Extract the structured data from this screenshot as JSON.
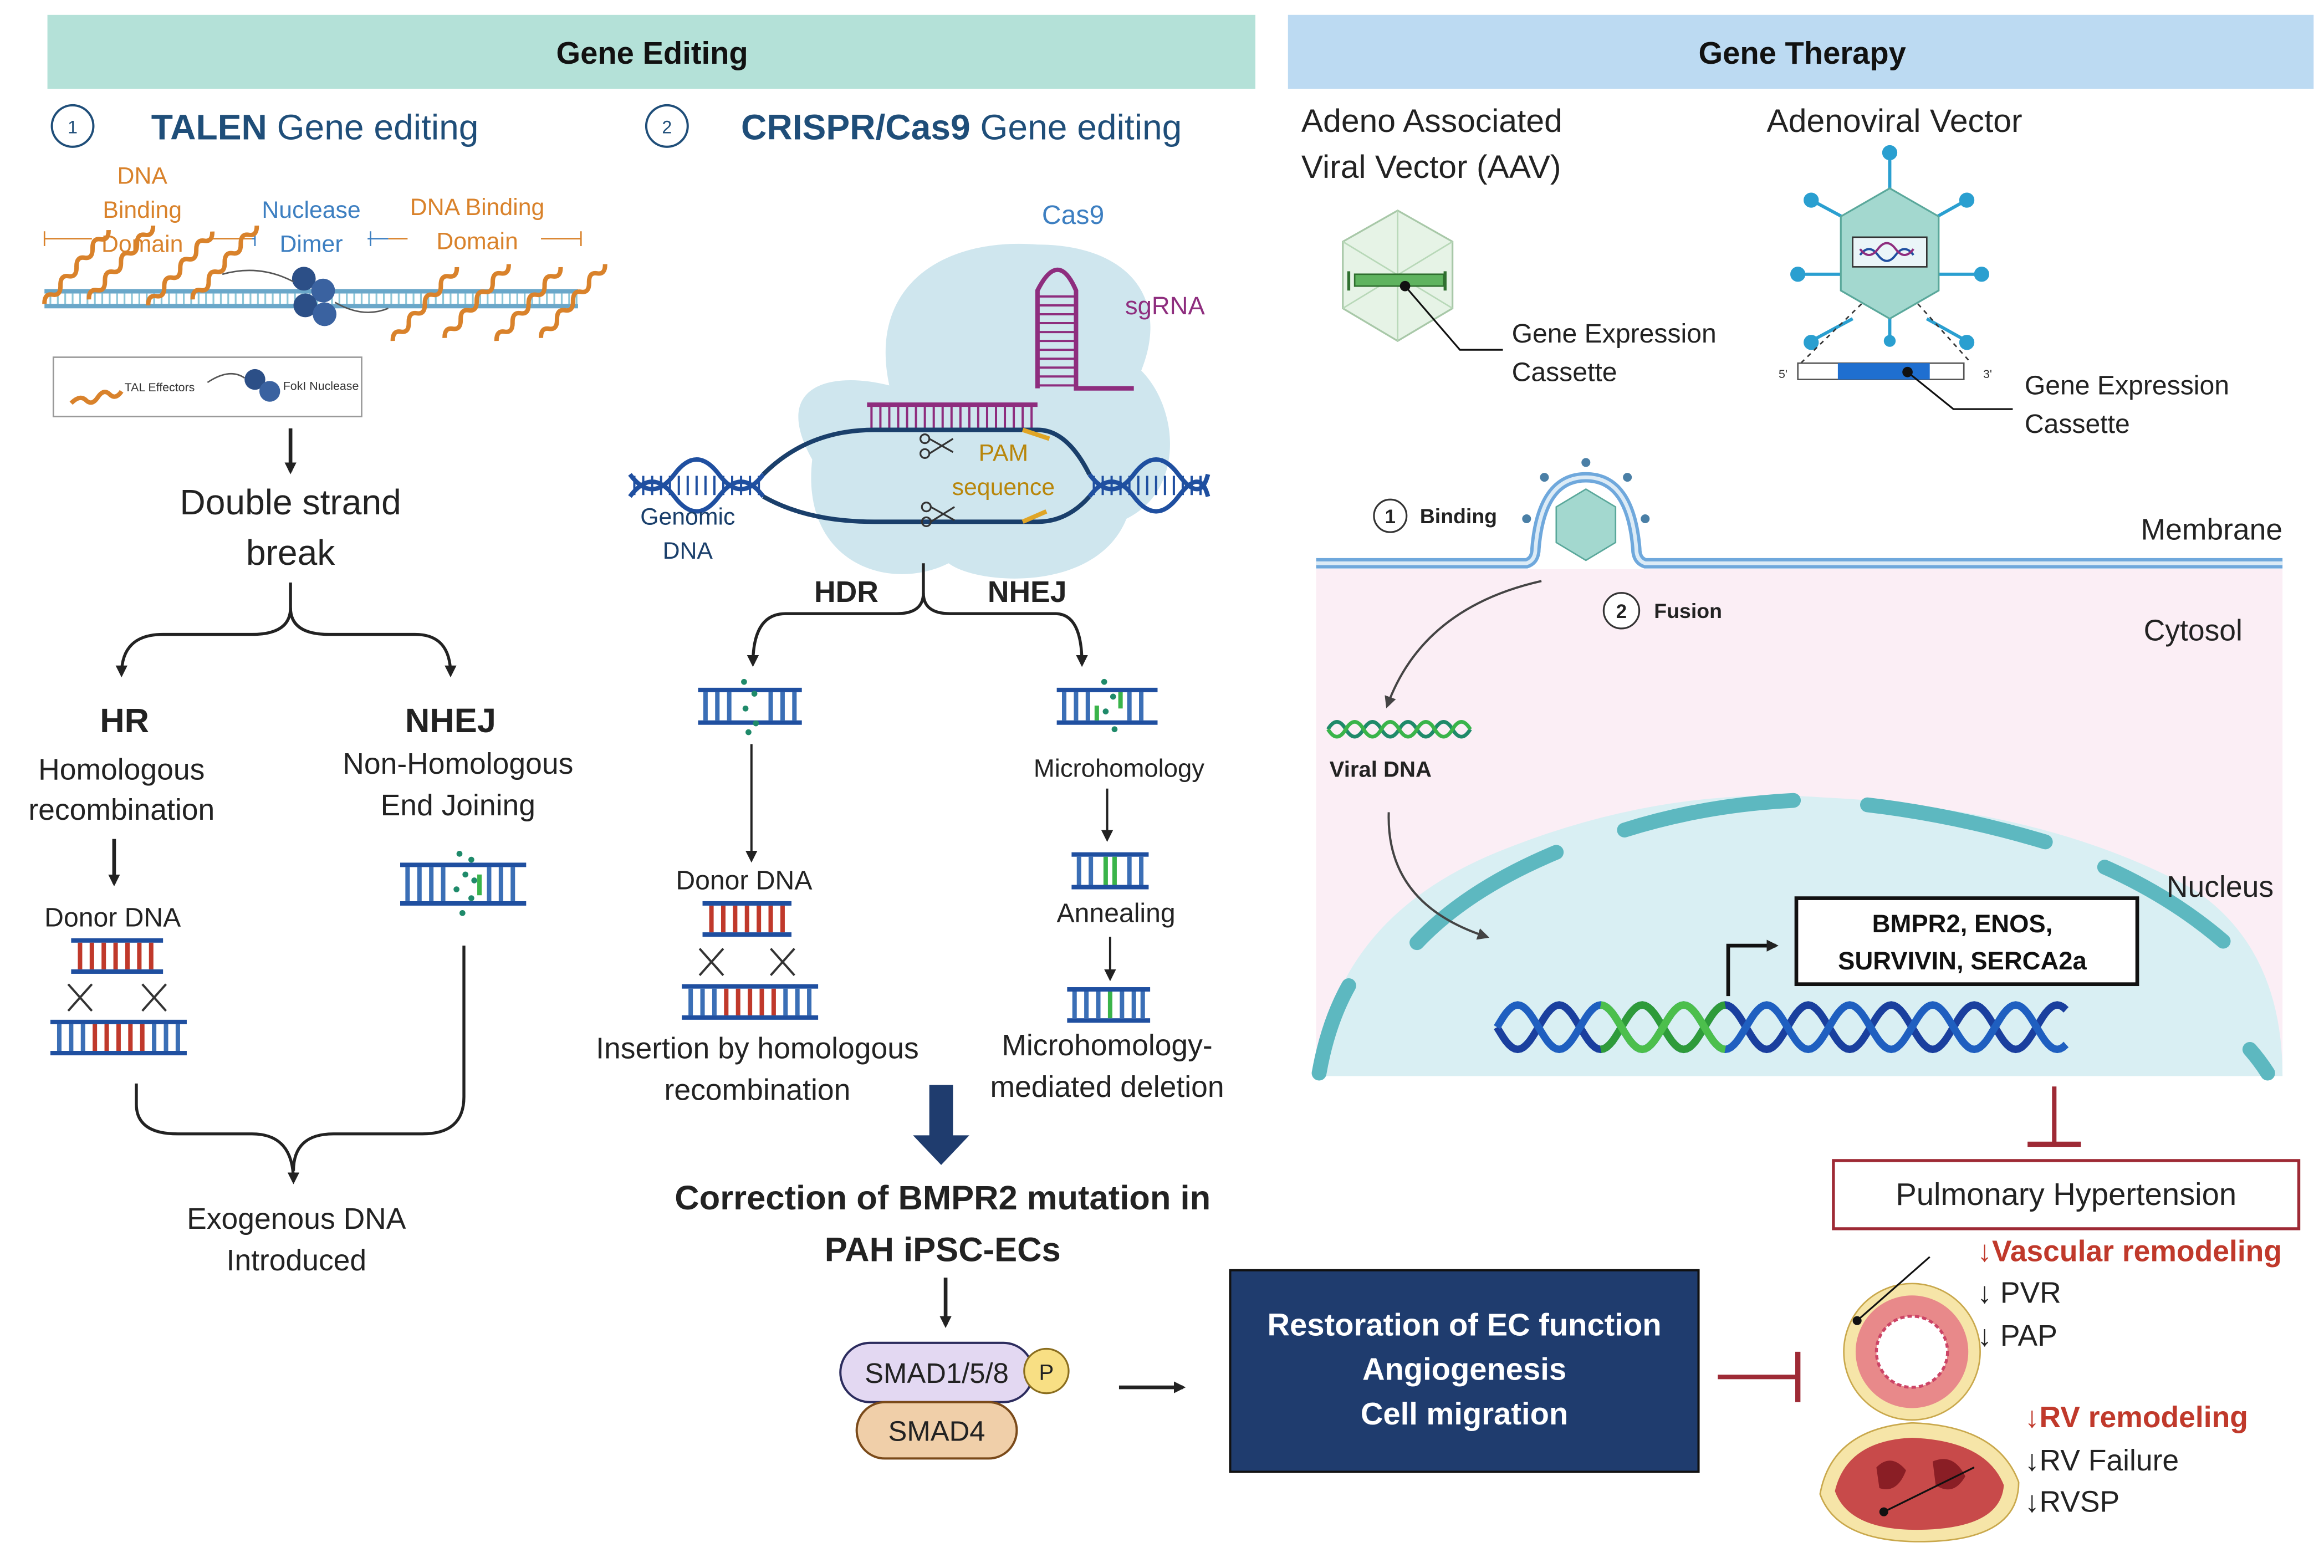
{
  "headers": {
    "gene_editing": "Gene Editing",
    "gene_therapy": "Gene Therapy"
  },
  "talen": {
    "num": "1",
    "title_bold": "TALEN",
    "title_rest": " Gene editing",
    "dna_binding_left": [
      "DNA",
      "Binding",
      "Domain"
    ],
    "nuclease_dimer": [
      "Nuclease",
      "Dimer"
    ],
    "dna_binding_right": [
      "DNA Binding",
      "Domain"
    ],
    "legend_tal": "TAL Effectors",
    "legend_fokl": "FokI Nuclease",
    "dsb": [
      "Double strand",
      "break"
    ],
    "hr": "HR",
    "hr_desc": [
      "Homologous",
      "recombination"
    ],
    "nhej": "NHEJ",
    "nhej_desc": [
      "Non-Homologous",
      "End Joining"
    ],
    "donor_dna": "Donor DNA",
    "exogenous": [
      "Exogenous DNA",
      "Introduced"
    ]
  },
  "crispr": {
    "num": "2",
    "title_bold": "CRISPR/Cas9",
    "title_rest": " Gene editing",
    "cas9": "Cas9",
    "sgrna": "sgRNA",
    "pam": [
      "PAM",
      "sequence"
    ],
    "genomic_dna": [
      "Genomic",
      "DNA"
    ],
    "hdr": "HDR",
    "nhej": "NHEJ",
    "microhomology": "Microhomology",
    "donor_dna": "Donor DNA",
    "annealing": "Annealing",
    "insertion": [
      "Insertion by homologous",
      "recombination"
    ],
    "mmd": [
      "Microhomology-",
      "mediated deletion"
    ],
    "correction": [
      "Correction of BMPR2 mutation in",
      "PAH iPSC-ECs"
    ],
    "smad158": "SMAD1/5/8",
    "p": "P",
    "smad4": "SMAD4"
  },
  "restoration": [
    "Restoration of EC function",
    "Angiogenesis",
    "Cell migration"
  ],
  "therapy": {
    "aav": [
      "Adeno Associated",
      "Viral Vector (AAV)"
    ],
    "adeno": "Adenoviral Vector",
    "gec_aav": [
      "Gene Expression",
      "Cassette"
    ],
    "gec_adeno": [
      "Gene Expression",
      "Cassette"
    ],
    "five_prime": "5'",
    "three_prime": "3'",
    "binding_num": "1",
    "binding": "Binding",
    "fusion_num": "2",
    "fusion": "Fusion",
    "membrane": "Membrane",
    "cytosol": "Cytosol",
    "viral_dna": "Viral DNA",
    "nucleus": "Nucleus",
    "genes": [
      "BMPR2, ENOS,",
      "SURVIVIN, SERCA2a"
    ]
  },
  "outcomes": {
    "ph": "Pulmonary Hypertension",
    "vascular": "↓Vascular remodeling",
    "pvr": "↓ PVR",
    "pap": "↓ PAP",
    "rv_remodeling": "↓RV remodeling",
    "rv_failure": "↓RV Failure",
    "rvsp": "↓RVSP"
  },
  "colors": {
    "gene_editing_header": "#b4e1d8",
    "gene_therapy_header": "#bcdaf2",
    "title_blue": "#1f4e79",
    "orange": "#d9822b",
    "nuclease_blue": "#3d7fc1",
    "purple": "#8e2d7e",
    "pam_gold": "#b8860b",
    "navy": "#1a3f6b",
    "box_navy": "#1f3c6e",
    "red": "#c0392b",
    "dark_red": "#9e2a35",
    "teal": "#5db8c0",
    "cytosol": "#fbeef5",
    "nucleus": "#d9eff3"
  }
}
